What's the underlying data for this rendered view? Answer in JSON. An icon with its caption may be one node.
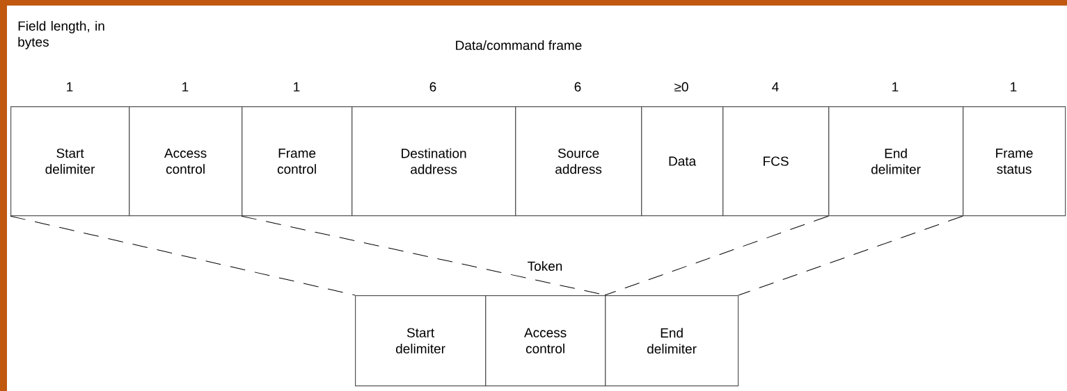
{
  "diagram": {
    "title": "Data/command frame",
    "nodes": [
      {
        "text": [
          "Start delimiter"
        ],
        "beside": [
          "1"
        ]
      },
      {
        "text": [
          "Access control"
        ],
        "beside": [
          "1"
        ]
      },
      {
        "text": [
          "Frame control"
        ],
        "beside": [
          "1"
        ]
      },
      {
        "text": [
          "Destination address"
        ],
        "beside": [
          "6"
        ]
      },
      {
        "text": [
          "Source address"
        ],
        "beside": [
          "6"
        ]
      },
      {
        "text": [
          "Data"
        ],
        "beside": [
          "≥0"
        ]
      },
      {
        "text": [
          "FCS"
        ],
        "beside": [
          "4"
        ]
      },
      {
        "text": [
          "End delimiter"
        ],
        "beside": [
          "1"
        ]
      },
      {
        "text": [
          "Frame status"
        ],
        "beside": [
          "1"
        ]
      },
      {
        "text": [
          "Start delimiter"
        ]
      },
      {
        "text": [
          "Access control"
        ]
      },
      {
        "text": [
          "End delimiter"
        ]
      }
    ],
    "edges": [
      {
        "from": 0,
        "to": 9,
        "arrow": "none",
        "style": "dashed"
      },
      {
        "from": 2,
        "to": 10,
        "arrow": "none",
        "style": "dashed"
      },
      {
        "from": 7,
        "to": 11,
        "arrow": "none",
        "style": "dashed"
      },
      {
        "from": 8,
        "to": 11,
        "arrow": "none",
        "style": "dashed"
      }
    ],
    "labels": [
      "Field length, in bytes",
      "Token"
    ]
  }
}
